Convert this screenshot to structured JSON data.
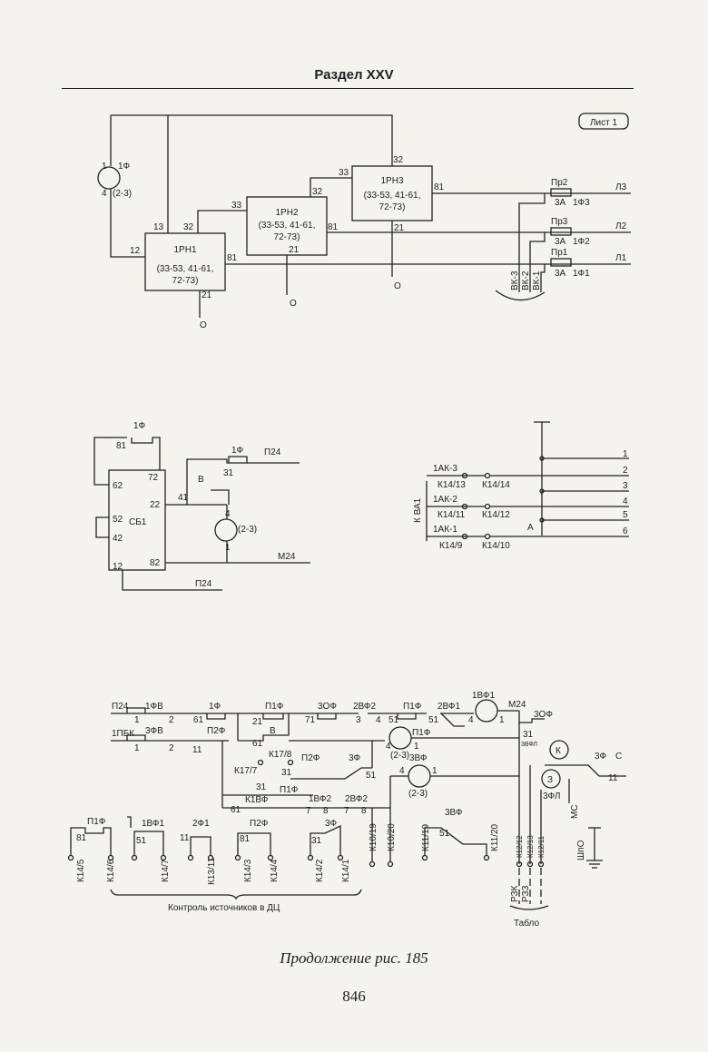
{
  "header": {
    "section": "Раздел XXV"
  },
  "sheet": {
    "label": "Лист 1"
  },
  "caption": "Продолжение рис. 185",
  "page_number": "846",
  "diagram": {
    "relays": {
      "r1": {
        "name": "1РН1",
        "range1": "(33-53, 41-61,",
        "range2": "72-73)"
      },
      "r2": {
        "name": "1РН2",
        "range1": "(33-53, 41-61,",
        "range2": "72-73)"
      },
      "r3": {
        "name": "1РН3",
        "range1": "(33-53, 41-61,",
        "range2": "72-73)"
      }
    },
    "coil1f": {
      "name": "1Ф",
      "spec": "(2-3)",
      "pin_top": "1",
      "pin_bottom": "4"
    },
    "terminals": {
      "t13": "13",
      "t12": "12",
      "t32": "32",
      "t33": "33",
      "t81": "81",
      "t21": "21"
    },
    "zero": "О",
    "fuses": [
      {
        "name": "Пр2",
        "rating": "3А",
        "relay": "1Ф3",
        "line": "Л3"
      },
      {
        "name": "Пр3",
        "rating": "3А",
        "relay": "1Ф2",
        "line": "Л2"
      },
      {
        "name": "Пр1",
        "rating": "3А",
        "relay": "1Ф1",
        "line": "Л1"
      }
    ],
    "vk": [
      "ВК-3",
      "ВК-2",
      "ВК-1"
    ],
    "sb": {
      "block": "СБ1",
      "p72": "72",
      "p62": "62",
      "p52": "52",
      "p42": "42",
      "p22": "22",
      "p82": "82",
      "p12": "12",
      "f1": "1Ф",
      "f81": "81",
      "f31": "31",
      "f41": "41",
      "v": "В",
      "p4": "4",
      "p1": "1",
      "spec": "(2-3)",
      "p24": "П24",
      "m24": "М24"
    },
    "kva": {
      "title": "К ВА1",
      "rows": [
        {
          "ak": "1АК-3",
          "k_left": "К14/13",
          "k_right": "К14/14"
        },
        {
          "ak": "1АК-2",
          "k_left": "К14/11",
          "k_right": "К14/12"
        },
        {
          "ak": "1АК-1",
          "k_left": "К14/9",
          "k_right": "К14/10"
        }
      ],
      "nums": [
        "1",
        "2",
        "3",
        "4",
        "5",
        "6"
      ],
      "a": "А"
    },
    "ctrl": {
      "p24": "П24",
      "pbk": "1ПБК",
      "f1fv": "1ФВ",
      "f3fv": "3ФВ",
      "n1": "1",
      "n2": "2",
      "f1": "1Ф",
      "p1f": "П1Ф",
      "f3of": "3ОФ",
      "f2vf2": "2ВФ2",
      "f1vf1": "1ВФ1",
      "m24": "М24",
      "p2f": "П2Ф",
      "v": "В",
      "k17_8": "К17/8",
      "k17_7": "К17/7",
      "f3": "3Ф",
      "f3vf": "3ВФ",
      "spec": "(2-3)",
      "k1vf": "К1ВФ",
      "f1vf2": "1ВФ2",
      "f2vf1": "2ВФ1",
      "n61": "61",
      "n21": "21",
      "n71": "71",
      "n3": "3",
      "n4": "4",
      "n51": "51",
      "n11": "11",
      "n31": "31",
      "n7": "7",
      "n8": "8",
      "n81": "81",
      "k": "К",
      "z": "З",
      "f3vfl": "3ВФЛ",
      "f3fl": "3ФЛ",
      "s": "С",
      "ms": "МС",
      "shpo": "ШпО",
      "bottom_labels": [
        "К14/5",
        "К14/6",
        "К14/7",
        "К13/11",
        "К14/3",
        "К14/4",
        "К14/2",
        "К14/1",
        "К10/19",
        "К10/20",
        "К11/19",
        "К11/20",
        "К12/12",
        "К12/13",
        "К12/11"
      ],
      "rzk": "РЗК",
      "rzz": "РЗЗ",
      "tablo": "Табло",
      "control_label": "Контроль источников в ДЦ",
      "p1f_l": "П1Ф",
      "f1vf1_l": "1ВФ1",
      "f2f1": "2Ф1",
      "p2f_l": "П2Ф",
      "f3f_l": "3Ф",
      "f3vf_l": "3ВФ"
    }
  }
}
